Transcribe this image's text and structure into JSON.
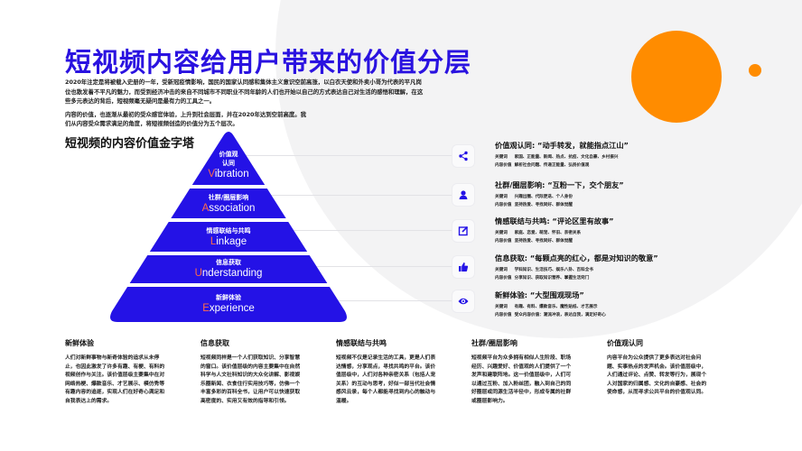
{
  "colors": {
    "brand_blue": "#2a12e0",
    "pyramid_blue": "#2412e6",
    "accent_orange": "#ff8c00",
    "letter_accent": "#ff6b4a",
    "bg_gray": "#f3f3f4"
  },
  "header": {
    "title": "短视频内容给用户带来的价值分层",
    "intro_p1": "2020年注定是将被载入史册的一年，受新冠疫情影响，国民的国家认同感和集体主义意识空前高涨，以白衣天使和外卖小哥为代表的平凡岗位也散发着不平凡的魅力，而受到经济冲击的来自不同城市不同职业不同年龄的人们也开始以自己的方式表达自己对生活的感悟和理解，在这些多元表达的背后，短视频毫无疑问是最有力的工具之一。",
    "intro_p2": "内容的价值，也逐渐从最初的受众感官体验，上升到社会层面，并在2020年达到空前高度。我们从内容受众需求满足的角度，将短视频创造的价值分为五个层次。"
  },
  "pyramid": {
    "title": "短视频的内容价值金字塔",
    "levels": [
      {
        "cn": "价值观认同",
        "cn_line1": "价值观",
        "cn_line2": "认同",
        "en_first": "V",
        "en_rest": "ibration"
      },
      {
        "cn": "社群/圈层影响",
        "en_first": "A",
        "en_rest": "ssociation"
      },
      {
        "cn": "情感联结与共鸣",
        "en_first": "L",
        "en_rest": "inkage"
      },
      {
        "cn": "信息获取",
        "en_first": "U",
        "en_rest": "nderstanding"
      },
      {
        "cn": "新鲜体验",
        "en_first": "E",
        "en_rest": "xperience"
      }
    ]
  },
  "value_items": [
    {
      "icon": "share-icon",
      "title": "价值观认同: “动手转发，就能指点江山”",
      "kw_label": "关键词",
      "keywords": "家国、正能量、新闻、热点、抗疫、文化自豪、乡村振兴",
      "val_label": "内容价值",
      "value": "解析社会问题、传递正能量、弘扬价值观"
    },
    {
      "icon": "user-icon",
      "title": "社群/圈层影响: “互粉一下，交个朋友”",
      "kw_label": "关键词",
      "keywords": "兴趣出圈、代际更迭、个人身份",
      "val_label": "内容价值",
      "value": "坚持热爱、寻找同好、群体觉醒"
    },
    {
      "icon": "edit-icon",
      "title": "情感联结与共鸣: “评论区里有故事”",
      "kw_label": "关键词",
      "keywords": "家庭、恋爱、萌宠、怀旧、亲密关系",
      "val_label": "内容价值",
      "value": "坚持热爱、寻找同好、群体觉醒"
    },
    {
      "icon": "thumbs-up-icon",
      "title": "信息获取: “每颗点亮的红心，都是对知识的敬意”",
      "kw_label": "关键词",
      "keywords": "学科知识、生活技巧、娱乐八卦、百科全书",
      "val_label": "内容价值",
      "value": "分享知识、获取知识营养、掌握生活窍门"
    },
    {
      "icon": "eye-icon",
      "title": "新鲜体验: “大型围观现场”",
      "kw_label": "关键词",
      "keywords": "有趣、有料、爆款音乐、魔性贴纸、才艺展示",
      "val_label": "内容价值",
      "value": "受众内容价值：潮流冲浪，表达自我，满足好奇心"
    }
  ],
  "descriptions": [
    {
      "title": "新鲜体验",
      "text": "人们对新鲜事物与新奇体验的追求从未停止，也因此激发了许多有趣、有梗、有料的视频创作与关注。该价值层级主要集中在对网络热梗、爆款音乐、才艺展示、模仿秀等有趣内容的追逐，实现人们在好奇心满足和自我表达上的需求。"
    },
    {
      "title": "信息获取",
      "text": "短视频同样是一个人们获取知识、分享智慧的窗口。该价值层级的内容主要集中在自然科学与人文社科知识的大众化讲解、影视娱乐圈新闻、衣食住行实用技巧等，仿佛一个丰富多彩的百科全书，让用户可以快速获取高密度的、实用又有效的指导和引领。"
    },
    {
      "title": "情感联结与共鸣",
      "text": "短视频不仅是记录生活的工具，更是人们表达情感，分享观点，寻找共鸣的平台。该价值层级中，人们对各种亲密关系（包括人宠关系）的互动与思考，好似一部当代社会情感风云录，每个人都能寻找到内心的触动与温暖。"
    },
    {
      "title": "社群/圈层影响",
      "text": "短视频平台为众多拥有相似人生阶段、职场经历、兴趣爱好、价值观的人们提供了一个发声和建联阵地。这一价值层级中，人们可以通过互粉、加入粉丝团，融入到自己的同好圈层或同源生活半径中，形成专属的社群或圈层影响力。"
    },
    {
      "title": "价值观认同",
      "text": "内容平台为公众提供了更多表达对社会问题、实事热点的发声机会。该价值层级中，人们通过评论、点赞、转发等行为，展现个人对国家的归属感、文化的自豪感、社会的使命感，从而寻求公共平台的价值观认同。"
    }
  ]
}
